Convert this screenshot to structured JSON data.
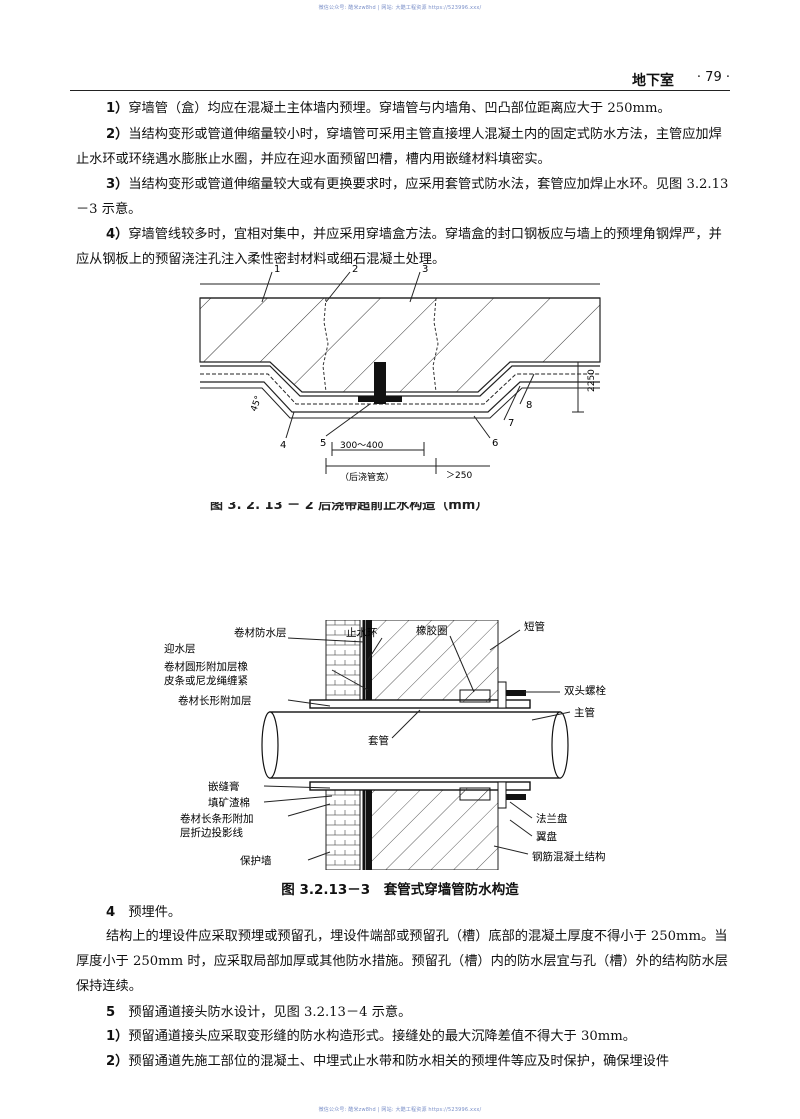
{
  "watermark": {
    "top": "微信公众号: 酷米zw8hd | 网站: 大酷工程资源 https://523996.xxx/",
    "bottom": "微信公众号: 酷米zw8hd | 网站: 大酷工程资源 https://523996.xxx/"
  },
  "header": {
    "section": "地下室",
    "page": "· 79 ·"
  },
  "paragraphs": [
    {
      "num": "1）",
      "text": "穿墙管（盒）均应在混凝土主体墙内预埋。穿墙管与内墙角、凹凸部位距离应大于 250mm。"
    },
    {
      "num": "2）",
      "text": "当结构变形或管道伸缩量较小时，穿墙管可采用主管直接埋人混凝土内的固定式防水方法，主管应加焊止水环或环绕遇水膨胀止水圈，并应在迎水面预留凹槽，槽内用嵌缝材料填密实。"
    },
    {
      "num": "3）",
      "text": "当结构变形或管道伸缩量较大或有更换要求时，应采用套管式防水法，套管应加焊止水环。见图 3.2.13－3 示意。"
    },
    {
      "num": "4）",
      "text": "穿墙管线较多时，宜相对集中，并应采用穿墙盒方法。穿墙盒的封口钢板应与墙上的预埋角钢焊严，并应从钢板上的预留浇注孔注入柔性密封材料或细石混凝土处理。"
    }
  ],
  "figure1": {
    "labels": [
      "1",
      "2",
      "3",
      "4",
      "5",
      "6",
      "7",
      "8"
    ],
    "dim_height": "2250",
    "dim_angle": "45°",
    "dim_width": "300～400",
    "dim_band": "（后浇管宽）",
    "dim_over": "＞250",
    "caption_partial": "图 3. 2. 13 － 2   后浇带超前止水构造（mm）"
  },
  "figure2": {
    "labels": {
      "welcome_layer": "迎水层",
      "membrane": "卷材防水层",
      "water_stop_ring": "止水环",
      "rubber_ring": "橡胶圈",
      "short_pipe": "短管",
      "round_strip_line1": "卷材圆形附加层橡",
      "round_strip_line2": "皮条或尼龙绳缠紧",
      "double_bolt": "双头螺栓",
      "long_strip": "卷材长形附加层",
      "main_pipe": "主管",
      "sleeve": "套管",
      "sealant": "嵌缝膏",
      "slag_wool": "填矿渣棉",
      "strip_line1": "卷材长条形附加",
      "strip_line2": "层折边投影线",
      "flange": "法兰盘",
      "wing_disc": "翼盘",
      "protect_wall": "保护墙",
      "rc_structure": "钢筋混凝土结构"
    },
    "caption": "图 3.2.13－3　套管式穿墙管防水构造"
  },
  "body2": [
    {
      "num": "4",
      "text": "预埋件。",
      "style": "heading"
    },
    {
      "num": "",
      "text": "结构上的埋设件应采取预埋或预留孔，埋设件端部或预留孔（槽）底部的混凝土厚度不得小于 250mm。当厚度小于 250mm 时，应采取局部加厚或其他防水措施。预留孔（槽）内的防水层宜与孔（槽）外的结构防水层保持连续。",
      "style": "body"
    },
    {
      "num": "5",
      "text": "预留通道接头防水设计，见图 3.2.13－4 示意。",
      "style": "heading"
    },
    {
      "num": "1）",
      "text": "预留通道接头应采取变形缝的防水构造形式。接缝处的最大沉降差值不得大于 30mm。",
      "style": "item"
    },
    {
      "num": "2）",
      "text": "预留通道先施工部位的混凝土、中埋式止水带和防水相关的预埋件等应及时保护，确保埋设件",
      "style": "item"
    }
  ]
}
